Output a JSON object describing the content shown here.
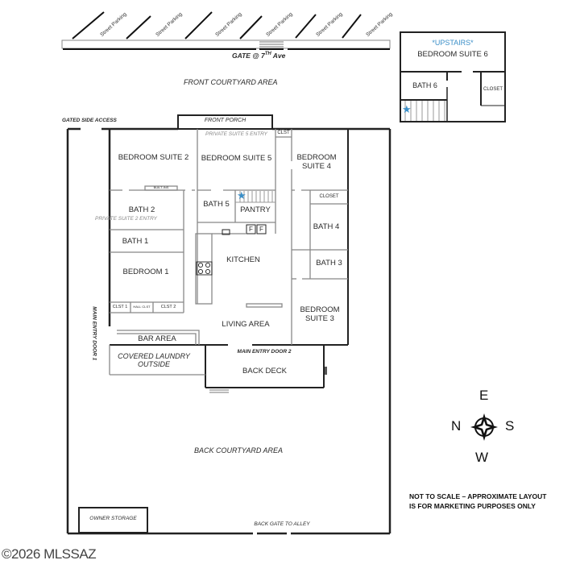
{
  "street": {
    "parking_labels": [
      "Street Parking",
      "Street Parking",
      "Street Parking",
      "Street Parking",
      "Street Parking",
      "Street Parking"
    ],
    "gate_label": "GATE @ 7",
    "gate_sup": "TH",
    "gate_suffix": " Ave"
  },
  "areas": {
    "front_courtyard": "FRONT COURTYARD AREA",
    "gated_side_access": "GATED SIDE ACCESS",
    "front_porch": "FRONT PORCH",
    "private_suite5_entry": "PRIVATE SUITE 5 ENTRY",
    "back_courtyard": "BACK COURTYARD AREA",
    "owner_storage": "OWNER STORAGE",
    "back_gate": "BACK GATE TO ALLEY",
    "main_entry_1": "MAIN ENTRY DOOR 1",
    "main_entry_2": "MAIN ENTRY DOOR 2"
  },
  "rooms": {
    "bedroom_suite_2": "BEDROOM SUITE 2",
    "bedroom_suite_5": "BEDROOM SUITE 5",
    "bedroom_suite_4_l1": "BEDROOM",
    "bedroom_suite_4_l2": "SUITE 4",
    "clst": "CLST",
    "built_ins": "BUILT-INS",
    "bath_2": "BATH 2",
    "private_suite2_entry": "PRIVATE SUITE 2 ENTRY",
    "bath_5": "BATH  5",
    "pantry": "PANTRY",
    "closet_4": "CLOSET",
    "bath_4": "BATH  4",
    "fridge": "F",
    "bath_1": "BATH 1",
    "kitchen": "KITCHEN",
    "bath_3": "BATH  3",
    "bedroom_1": "BEDROOM 1",
    "clst_1": "CLST 1",
    "hall_clst": "HALL CLST",
    "clst_2": "CLST 2",
    "living_area": "LIVING AREA",
    "bedroom_suite_3_l1": "BEDROOM",
    "bedroom_suite_3_l2": "SUITE 3",
    "bar_area": "BAR AREA",
    "laundry_l1": "COVERED LAUNDRY",
    "laundry_l2": "OUTSIDE",
    "back_deck": "BACK DECK"
  },
  "upstairs": {
    "label": "*UPSTAIRS*",
    "bedroom_suite_6": "BEDROOM SUITE 6",
    "bath_6": "BATH  6",
    "closet": "CLOSET"
  },
  "compass": {
    "north": "N",
    "south": "S",
    "east": "E",
    "west": "W"
  },
  "note": {
    "line1": "NOT TO SCALE – APPROXIMATE LAYOUT",
    "line2": "IS FOR MARKETING PURPOSES ONLY"
  },
  "copyright": "©2026 MLSSAZ",
  "colors": {
    "accent_blue": "#3b8fc8",
    "walls": "#222222",
    "interior_walls": "#888888"
  }
}
